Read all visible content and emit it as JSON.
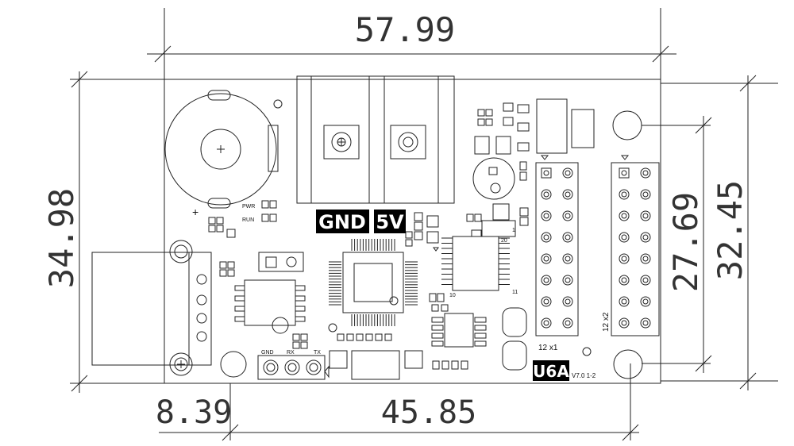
{
  "dimensions": {
    "top_width": "57.99",
    "left_height": "34.98",
    "right_outer_height": "32.45",
    "right_inner_height": "27.69",
    "bottom_left_offset": "8.39",
    "bottom_span": "45.85"
  },
  "labels": {
    "gnd": "GND",
    "v5": "5V",
    "model": "U6A",
    "version": "V7.0 1-2",
    "pwr": "PWR",
    "run": "RUN",
    "plus": "+",
    "pin_gnd": "GND",
    "pin_rx": "RX",
    "pin_tx": "TX",
    "header_12x1": "12 x1",
    "header_12x2": "12 x2",
    "pin20": "20",
    "pin10": "10",
    "pin11": "11",
    "pin1": "1"
  }
}
